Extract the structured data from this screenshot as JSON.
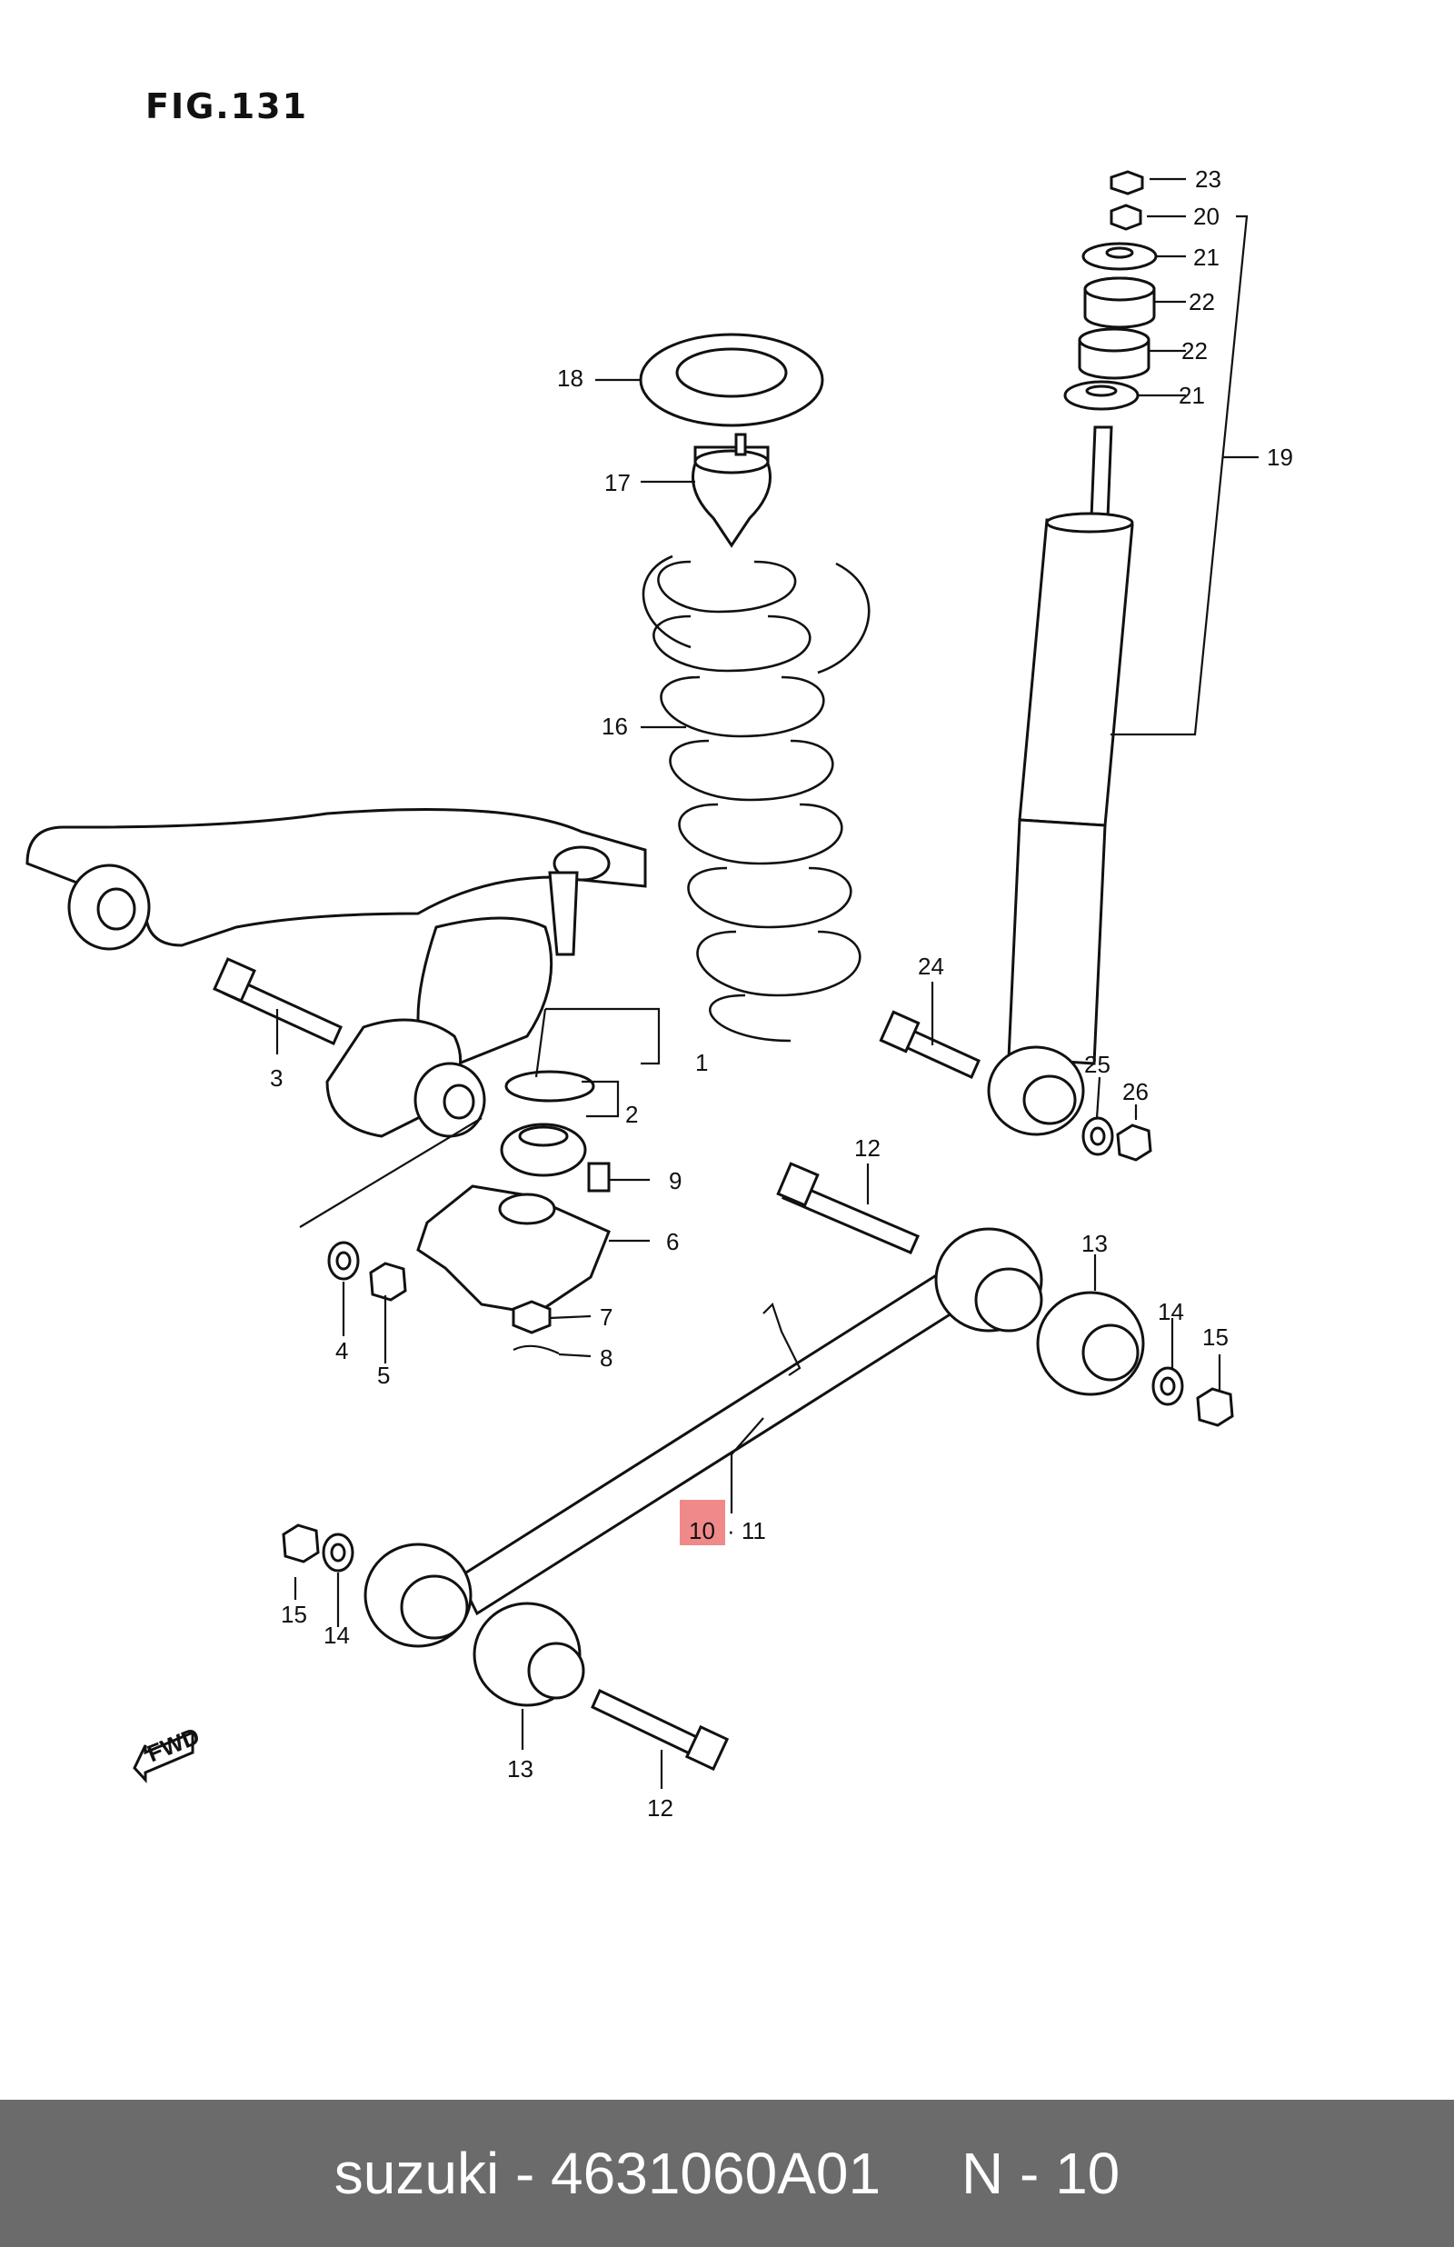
{
  "figure": {
    "title": "FIG.131"
  },
  "parts": {
    "p1": "1",
    "p2": "2",
    "p3": "3",
    "p4": "4",
    "p5": "5",
    "p6": "6",
    "p7": "7",
    "p8": "8",
    "p9": "9",
    "p10": "10",
    "p11": "· 11",
    "p12a": "12",
    "p12b": "12",
    "p13a": "13",
    "p13b": "13",
    "p14a": "14",
    "p14b": "14",
    "p15a": "15",
    "p15b": "15",
    "p16": "16",
    "p17": "17",
    "p18": "18",
    "p19": "19",
    "p20": "20",
    "p21a": "21",
    "p21b": "21",
    "p22a": "22",
    "p22b": "22",
    "p23": "23",
    "p24": "24",
    "p25": "25",
    "p26": "26"
  },
  "fwd_label": "FWD",
  "highlight": {
    "part": "10",
    "color": "#f08a8a"
  },
  "footer": {
    "text": "suzuki - 4631060A01     N - 10",
    "background": "#6b6b6b"
  }
}
